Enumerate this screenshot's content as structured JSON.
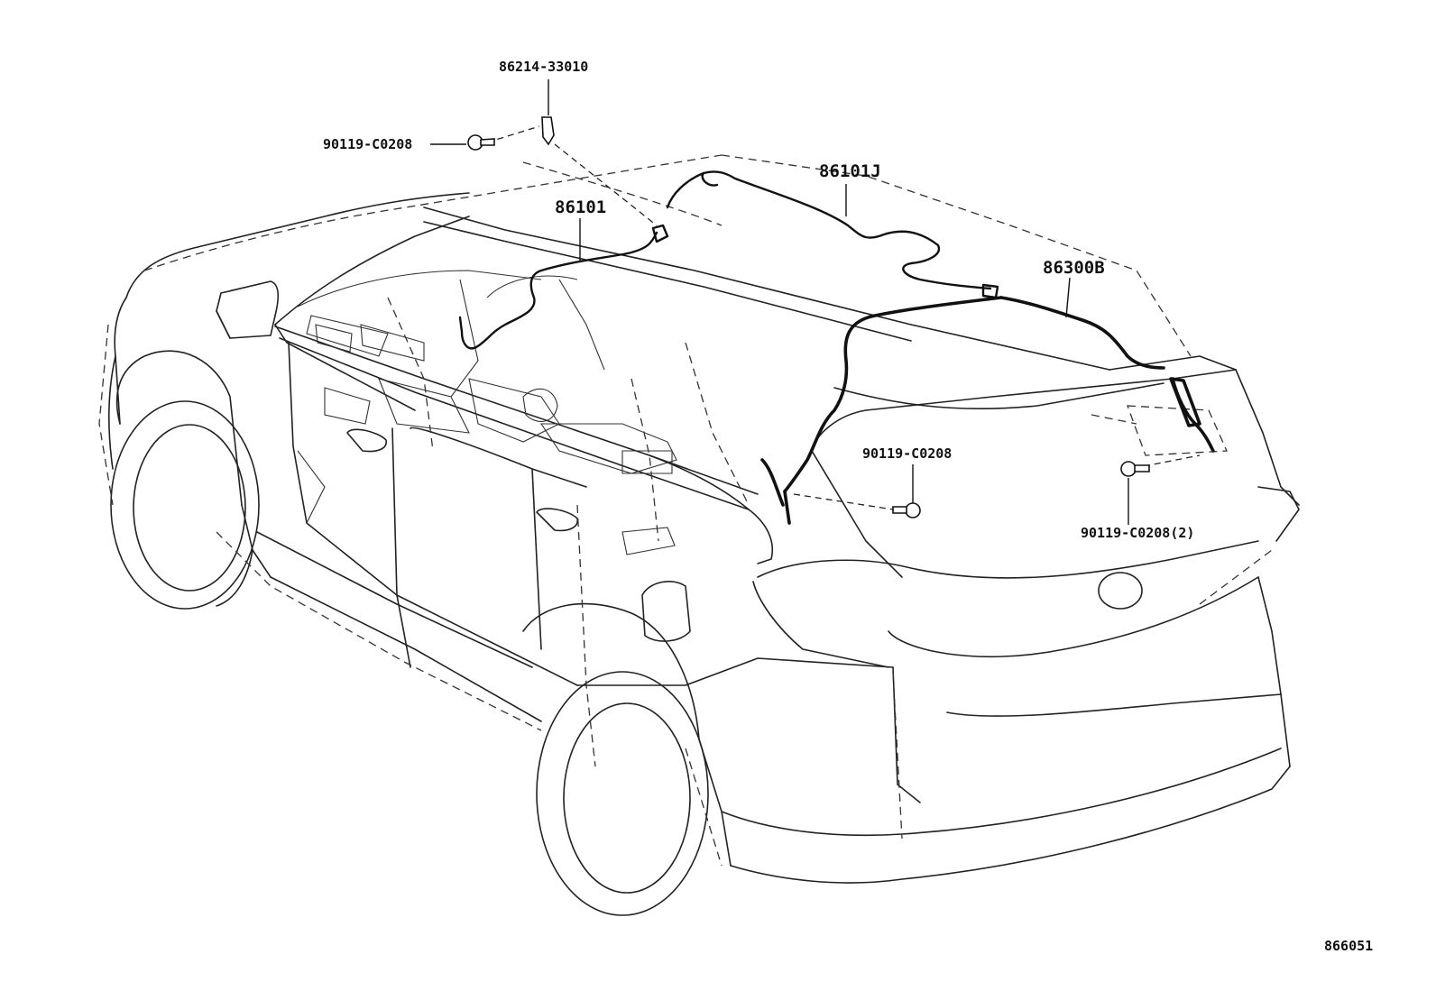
{
  "callouts": {
    "antenna_base": "86214-33010",
    "screw_top": "90119-C0208",
    "cord_front": "86101",
    "cord_roof": "86101J",
    "cable_rear": "86300B",
    "screw_mid": "90119-C0208",
    "screw_rear": "90119-C0208(2)"
  },
  "figure_id": "866051",
  "icons": {
    "screw": "screw-icon",
    "clip": "antenna-clip-icon"
  },
  "colors": {
    "line": "#111111",
    "background": "#ffffff"
  }
}
